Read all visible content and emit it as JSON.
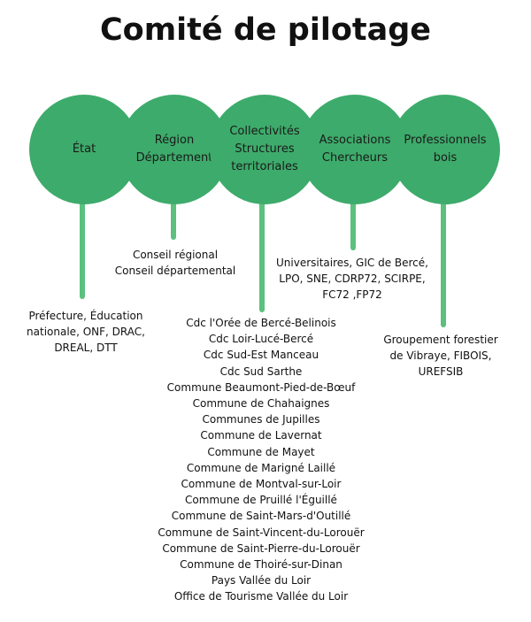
{
  "title": "Comité de pilotage",
  "colors": {
    "circle": "#3dab6b",
    "stem": "#5cc07f",
    "text": "#111111"
  },
  "circles": [
    {
      "label": "État"
    },
    {
      "label": "Région\nDépartement"
    },
    {
      "label": "Collectivités\nStructures\nterritoriales"
    },
    {
      "label": "Associations\nChercheurs"
    },
    {
      "label": "Professionnels\nbois"
    }
  ],
  "groups": [
    {
      "items": [
        "Préfecture, Éducation",
        "nationale, ONF, DRAC,",
        "DREAL, DTT"
      ]
    },
    {
      "items": [
        "Conseil régional",
        "Conseil départemental"
      ]
    },
    {
      "items": [
        "Cdc l'Orée de Bercé-Belinois",
        "Cdc Loir-Lucé-Bercé",
        "Cdc Sud-Est Manceau",
        "Cdc Sud Sarthe",
        "Commune Beaumont-Pied-de-Bœuf",
        "Commune de Chahaignes",
        "Communes de Jupilles",
        "Commune de Lavernat",
        "Commune de Mayet",
        "Commune de Marigné Laillé",
        "Commune de Montval-sur-Loir",
        "Commune de Pruillé l'Éguillé",
        "Commune de Saint-Mars-d'Outillé",
        "Commune de Saint-Vincent-du-Lorouër",
        "Commune de Saint-Pierre-du-Lorouër",
        "Commune de Thoiré-sur-Dinan",
        "Pays Vallée du Loir",
        "Office de Tourisme Vallée du Loir"
      ]
    },
    {
      "items": [
        "Universitaires, GIC de Bercé,",
        "LPO, SNE, CDRP72, SCIRPE,",
        "FC72 ,FP72"
      ]
    },
    {
      "items": [
        "Groupement forestier",
        "de Vibraye, FIBOIS,",
        "UREFSIB"
      ]
    }
  ]
}
